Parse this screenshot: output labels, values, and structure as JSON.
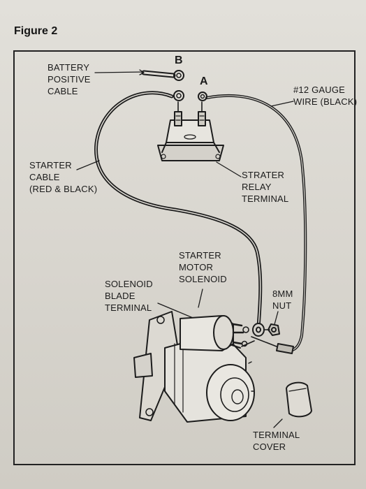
{
  "figure_title": "Figure 2",
  "terminal_markers": {
    "b": "B",
    "a": "A"
  },
  "labels": {
    "battery_positive_cable": [
      "BATTERY",
      "POSITIVE",
      "CABLE"
    ],
    "gauge_wire": [
      "#12 GAUGE",
      "WIRE (BLACK)"
    ],
    "starter_cable": [
      "STARTER",
      "CABLE",
      "(RED & BLACK)"
    ],
    "relay_terminal": [
      "STRATER",
      "RELAY",
      "TERMINAL"
    ],
    "starter_motor_solenoid": [
      "STARTER",
      "MOTOR",
      "SOLENOID"
    ],
    "solenoid_blade_terminal": [
      "SOLENOID",
      "BLADE",
      "TERMINAL"
    ],
    "nut": [
      "8MM",
      "NUT"
    ],
    "terminal_cover": [
      "TERMINAL",
      "COVER"
    ]
  }
}
